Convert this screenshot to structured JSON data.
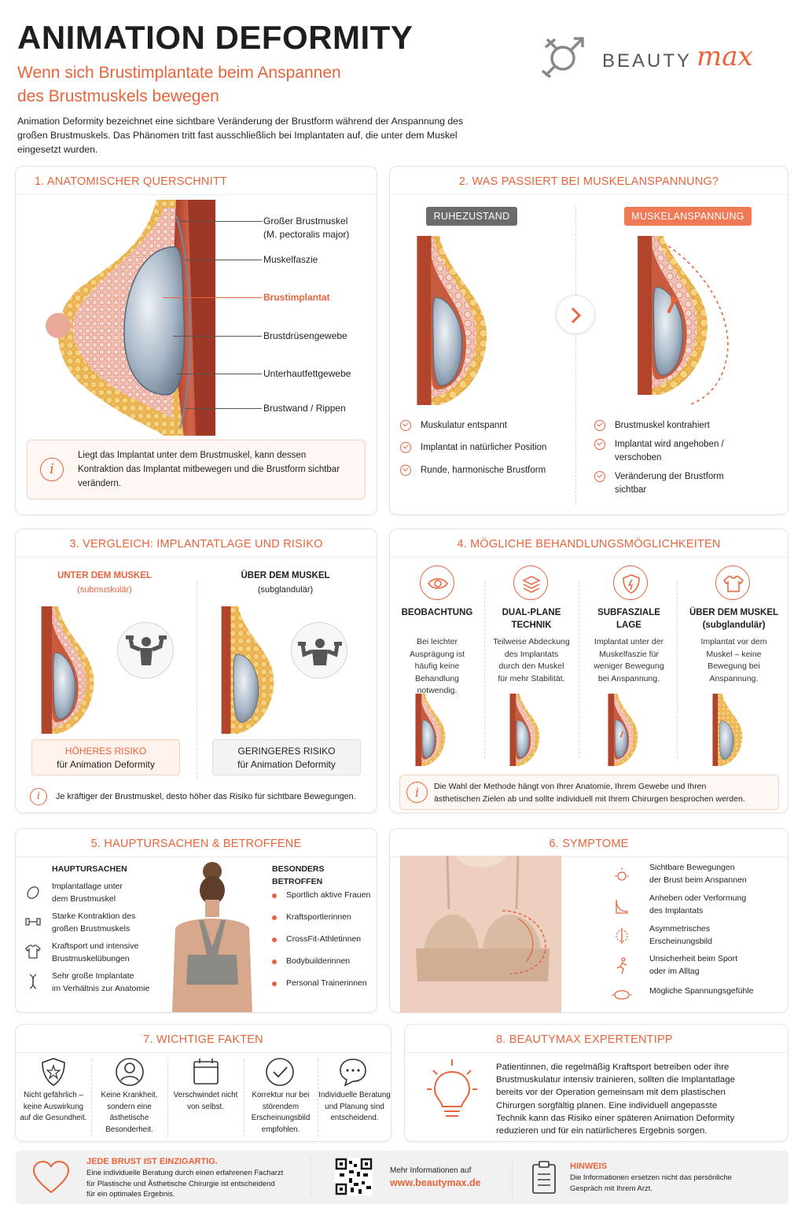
{
  "header": {
    "title": "ANIMATION DEFORMITY",
    "subtitle_1": "Wenn sich Brustimplantate beim Anspannen",
    "subtitle_2": "des Brustmuskels bewegen",
    "intro": "Animation Deformity bezeichnet eine sichtbare Veränderung der Brustform während der Anspannung des großen Brustmuskels. Das Phänomen tritt fast ausschließlich bei Implantaten auf, die unter dem Muskel eingesetzt wurden.",
    "logo_word_1": "BEAUTY",
    "logo_word_2": "max"
  },
  "section1": {
    "title": "1. ANATOMISCHER QUERSCHNITT",
    "labels": [
      "Großer Brustmuskel",
      "(M. pectoralis major)",
      "Muskelfaszie",
      "Brustimplantat",
      "Brustdrüsengewebe",
      "Unterhautfettgewebe",
      "Brustwand / Rippen"
    ],
    "info": "Liegt das Implantat unter dem Brustmuskel, kann dessen Kontraktion das Implantat mitbewegen und die Brustform sichtbar verändern."
  },
  "section2": {
    "title": "2. WAS PASSIERT BEI MUSKELANSPANNUNG?",
    "tag_rest": "RUHEZUSTAND",
    "tag_tense": "MUSKELANSPANNUNG",
    "rest_items": [
      "Muskulatur entspannt",
      "Implantat in natürlicher Position",
      "Runde, harmonische Brustform"
    ],
    "tense_items": [
      "Brustmuskel kontrahiert",
      "Implantat wird angehoben /",
      "verschoben",
      "Veränderung der Brustform",
      "sichtbar"
    ]
  },
  "section3": {
    "title": "3. VERGLEICH: IMPLANTATLAGE UND RISIKO",
    "left_title": "UNTER DEM MUSKEL",
    "left_sub": "(submuskulär)",
    "right_title": "ÜBER DEM MUSKEL",
    "right_sub": "(subglandulär)",
    "left_risk_1": "HÖHERES RISIKO",
    "left_risk_2": "für Animation Deformity",
    "right_risk_1": "GERINGERES RISIKO",
    "right_risk_2": "für Animation Deformity",
    "note": "Je kräftiger der Brustmuskel, desto höher das Risiko für sichtbare Bewegungen."
  },
  "section4": {
    "title": "4. MÖGLICHE BEHANDLUNGSMÖGLICHKEITEN",
    "cols": [
      {
        "t1": "BEOBACHTUNG",
        "t2": "",
        "d": [
          "Bei leichter",
          "Ausprägung ist",
          "häufig keine",
          "Behandlung",
          "notwendig."
        ]
      },
      {
        "t1": "DUAL-PLANE",
        "t2": "TECHNIK",
        "d": [
          "Teilweise Abdeckung",
          "des Implantats",
          "durch den Muskel",
          "für mehr Stabilität."
        ]
      },
      {
        "t1": "SUBFASZIALE",
        "t2": "LAGE",
        "d": [
          "Implantat unter der",
          "Muskelfaszie für",
          "weniger Bewegung",
          "bei Anspannung."
        ]
      },
      {
        "t1": "ÜBER DEM MUSKEL",
        "t2": "(subglandulär)",
        "d": [
          "Implantat vor dem",
          "Muskel – keine",
          "Bewegung bei",
          "Anspannung."
        ]
      }
    ],
    "note_1": "Die Wahl der Methode hängt von Ihrer Anatomie, Ihrem Gewebe und Ihren",
    "note_2": "ästhetischen Zielen ab und sollte individuell mit Ihrem Chirurgen besprochen werden."
  },
  "section5": {
    "title": "5. HAUPTURSACHEN & BETROFFENE",
    "causes_title": "HAUPTURSACHEN",
    "causes": [
      [
        "Implantatlage unter",
        "dem Brustmuskel"
      ],
      [
        "Starke Kontraktion des",
        "großen Brustmuskels"
      ],
      [
        "Kraftsport und intensive",
        "Brustmuskelübungen"
      ],
      [
        "Sehr große Implantate",
        "im Verhältnis zur Anatomie"
      ]
    ],
    "affected_title": "BESONDERS BETROFFEN",
    "affected": [
      "Sportlich aktive Frauen",
      "Kraftsportlerinnen",
      "CrossFit-Athletinnen",
      "Bodybuilderinnen",
      "Personal Trainerinnen"
    ]
  },
  "section6": {
    "title": "6. SYMPTOME",
    "items": [
      [
        "Sichtbare Bewegungen",
        "der Brust beim Anspannen"
      ],
      [
        "Anheben oder Verformung",
        "des Implantats"
      ],
      [
        "Asymmetrisches",
        "Erscheinungsbild"
      ],
      [
        "Unsicherheit beim Sport",
        "oder im Alltag"
      ],
      [
        "Mögliche Spannungsgefühle",
        ""
      ]
    ]
  },
  "section7": {
    "title": "7. WICHTIGE FAKTEN",
    "facts": [
      [
        "Nicht gefährlich –",
        "keine Auswirkung",
        "auf die Gesundheit.",
        ""
      ],
      [
        "Keine Krankheit,",
        "sondern eine",
        "ästhetische",
        "Besonderheit."
      ],
      [
        "Verschwindet nicht",
        "von selbst.",
        "",
        ""
      ],
      [
        "Korrektur nur bei",
        "störendem",
        "Erscheinungsbild",
        "empfohlen."
      ],
      [
        "Individuelle Beratung",
        "und Planung sind",
        "entscheidend.",
        ""
      ]
    ]
  },
  "section8": {
    "title": "8. BEAUTYMAX EXPERTENTIPP",
    "lines": [
      "Patientinnen, die regelmäßig Kraftsport betreiben oder ihre",
      "Brustmuskulatur intensiv trainieren, sollten die Implantatlage",
      "bereits vor der Operation gemeinsam mit dem plastischen",
      "Chirurgen sorgfältig planen. Eine individuell angepasste",
      "Technik kann das Risiko einer späteren Animation Deformity",
      "reduzieren und für ein natürlicheres Ergebnis sorgen."
    ]
  },
  "footer": {
    "heading": "JEDE BRUST IST EINZIGARTIG.",
    "text_1": "Eine individuelle Beratung durch einen erfahrenen Facharzt",
    "text_2": "für Plastische und Ästhetische Chirurgie ist entscheidend",
    "text_3": "für ein optimales Ergebnis.",
    "more": "Mehr Informationen auf",
    "url": "www.beautymax.de",
    "note_title": "HINWEIS",
    "note_1": "Die Informationen ersetzen nicht das persönliche",
    "note_2": "Gespräch mit Ihrem Arzt."
  },
  "colors": {
    "accent": "#e8643a",
    "muscle": "#c8553a",
    "fat": "#f2c56b",
    "implant": "#b9c6d3",
    "gray_tag": "#6b6b6b"
  }
}
